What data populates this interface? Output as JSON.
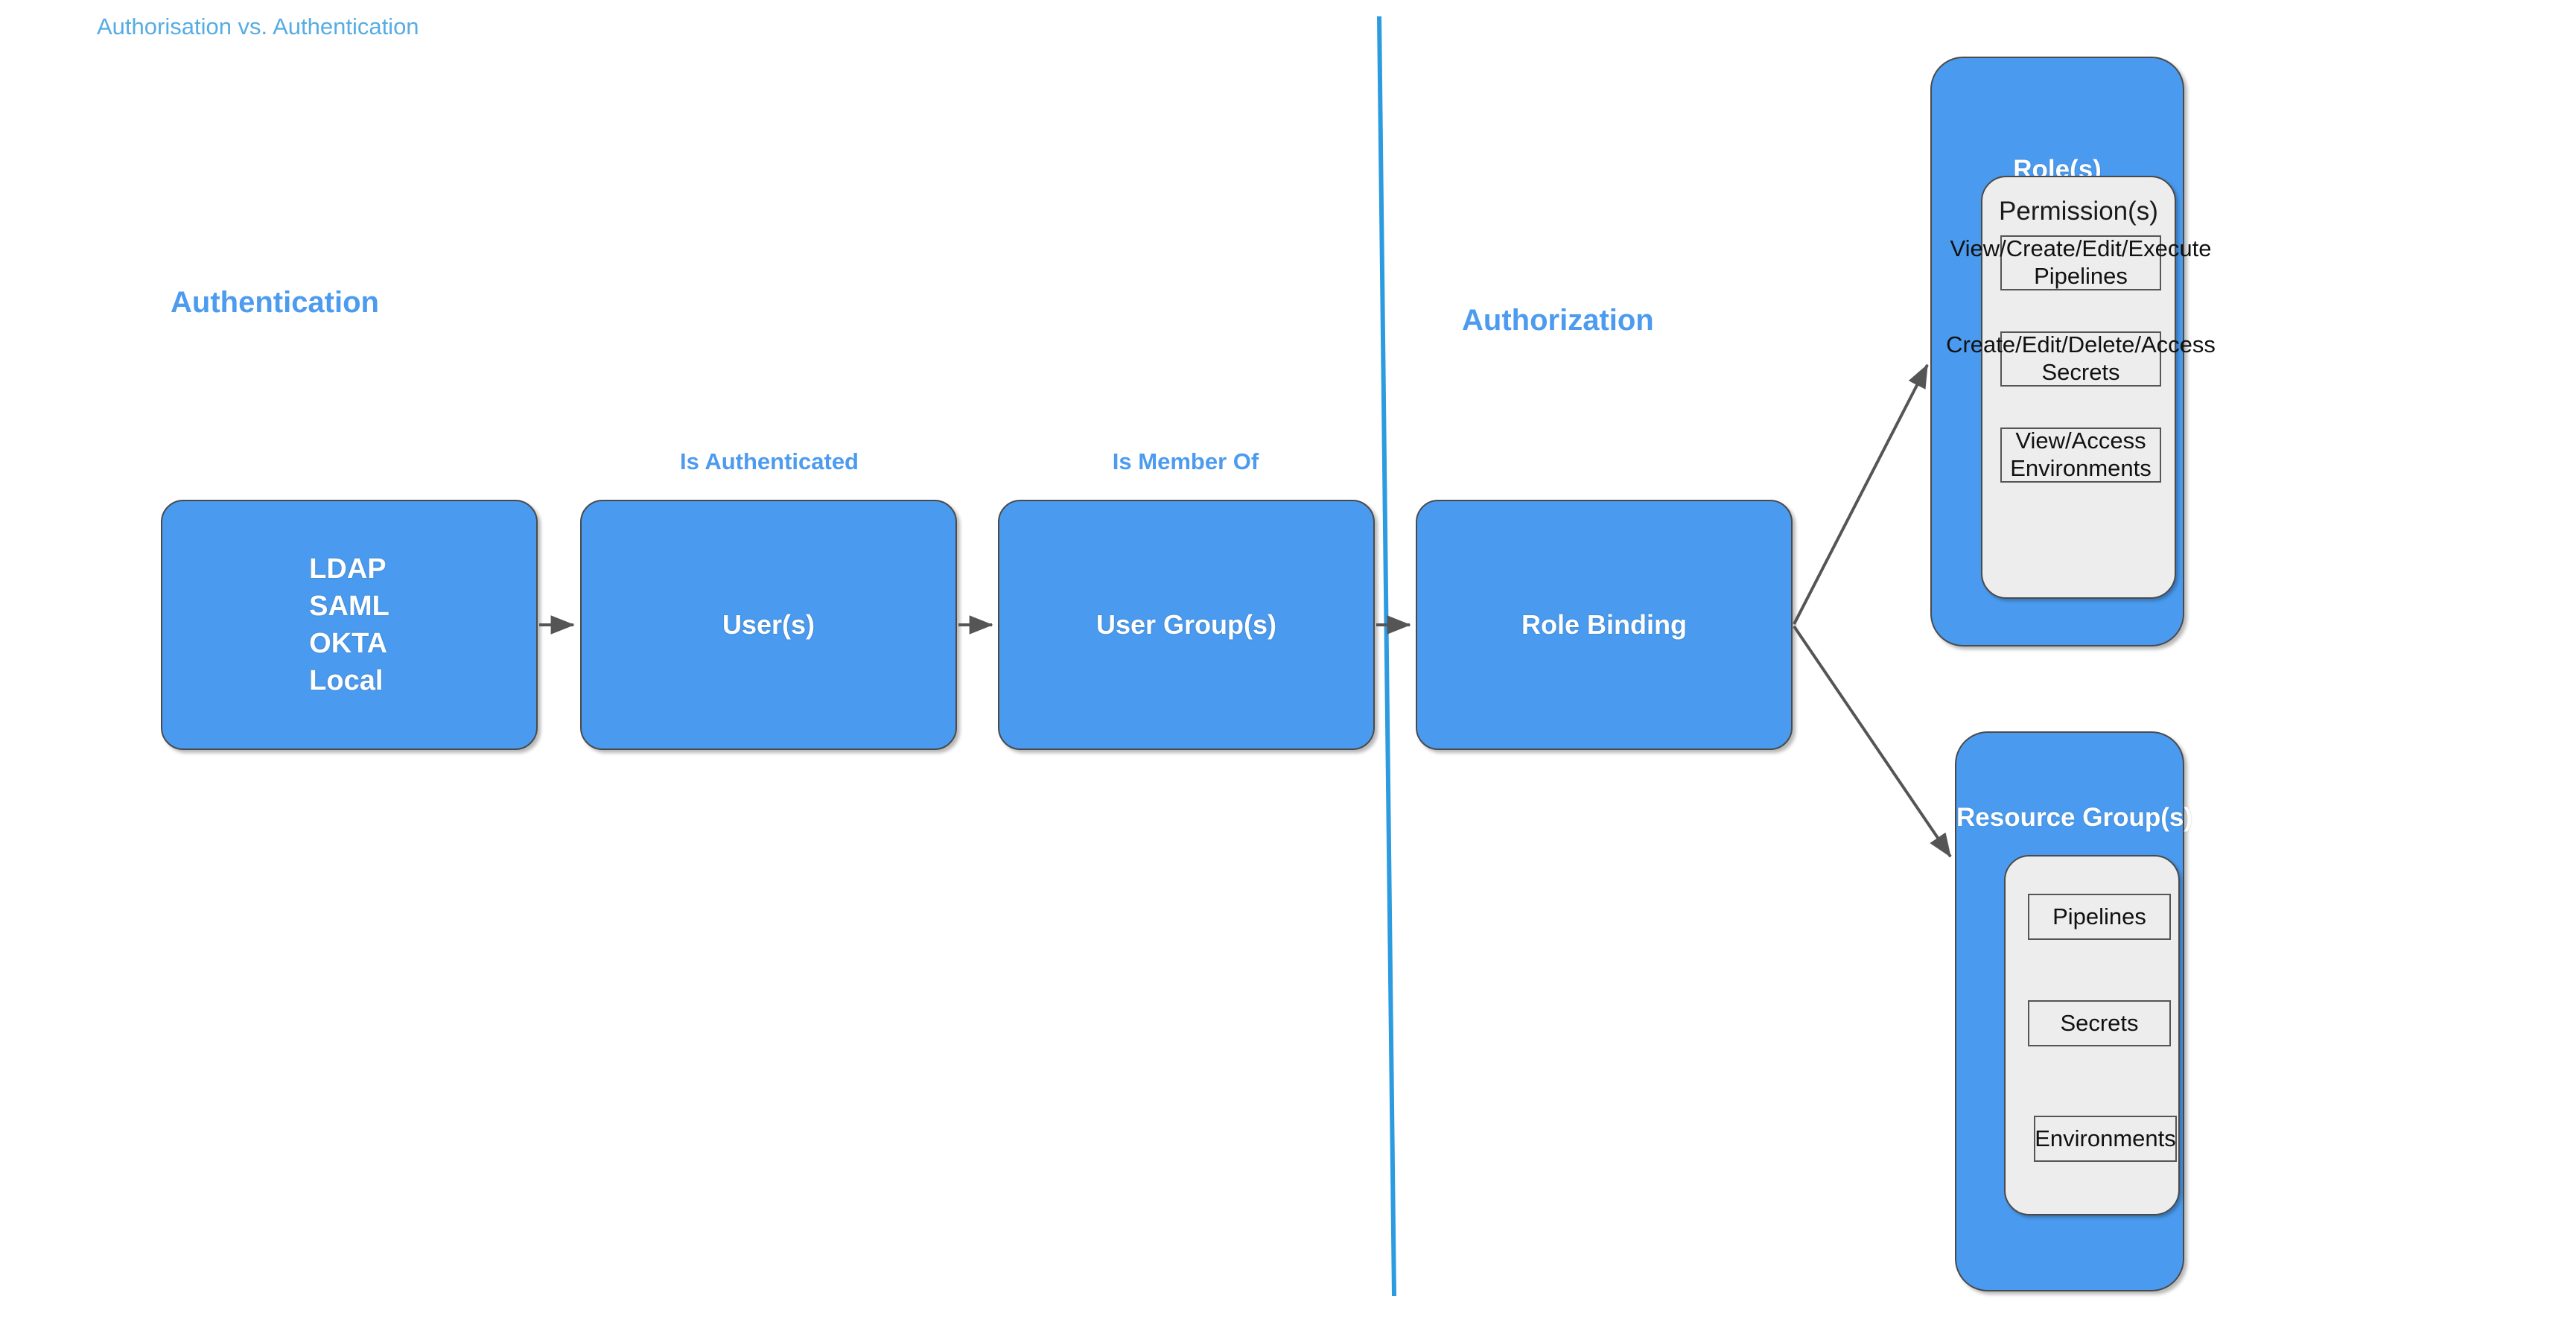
{
  "title": "Authorisation vs. Authentication",
  "colors": {
    "title": "#56ACE3",
    "header": "#4D9BEF",
    "node_fill": "#4A9BEF",
    "node_border": "#4a4a4a",
    "panel_fill": "#EDEDED",
    "item_border": "#555555",
    "divider": "#2C9BE0",
    "arrow": "#555555",
    "node_text": "#FFFFFF",
    "item_text": "#111111"
  },
  "sections": {
    "authentication": "Authentication",
    "authorization": "Authorization"
  },
  "edge_labels": {
    "is_authenticated": "Is Authenticated",
    "is_member_of": "Is Member Of"
  },
  "nodes": {
    "auth_methods": {
      "lines": [
        "LDAP",
        "SAML",
        "OKTA",
        "Local"
      ]
    },
    "users": {
      "label": "User(s)"
    },
    "user_groups": {
      "label": "User Group(s)"
    },
    "role_binding": {
      "label": "Role Binding"
    }
  },
  "groups": {
    "roles": {
      "title": "Role(s)",
      "panel_title": "Permission(s)",
      "items": [
        "View/Create/Edit/Execute Pipelines",
        "Create/Edit/Delete/Access Secrets",
        "View/Access Environments"
      ]
    },
    "resources": {
      "title": "Resource Group(s)",
      "items": [
        "Pipelines",
        "Secrets",
        "Environments"
      ]
    }
  }
}
